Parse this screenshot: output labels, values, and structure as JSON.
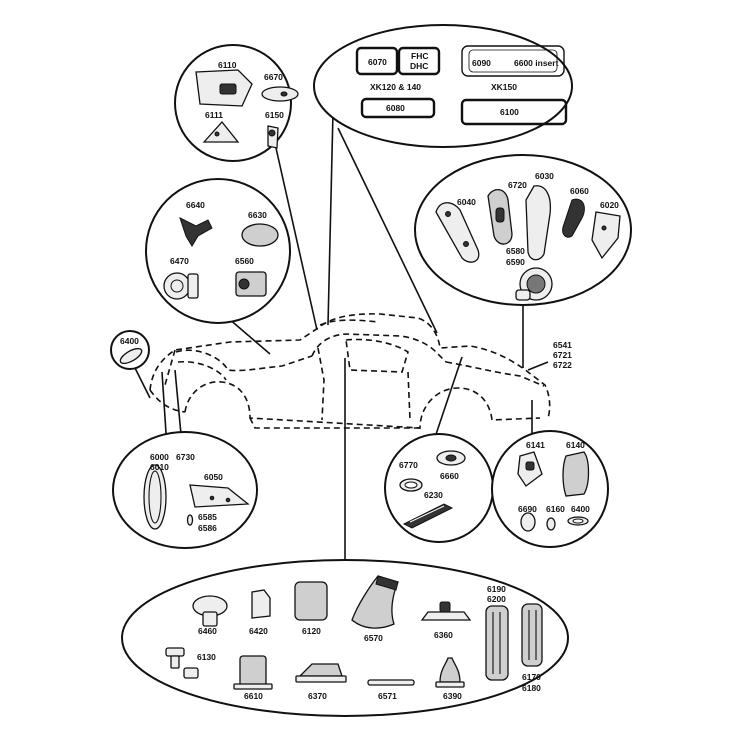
{
  "labels": {
    "p6070": "6070",
    "fhc": "FHC",
    "dhc": "DHC",
    "p6090": "6090",
    "p6600": "6600 insert",
    "xk120": "XK120 & 140",
    "xk150": "XK150",
    "p6080": "6080",
    "p6100": "6100",
    "p6110": "6110",
    "p6670": "6670",
    "p6111": "6111",
    "p6150": "6150",
    "p6640": "6640",
    "p6630": "6630",
    "p6470": "6470",
    "p6560": "6560",
    "p6040": "6040",
    "p6720": "6720",
    "p6030": "6030",
    "p6060": "6060",
    "p6020": "6020",
    "p6580": "6580",
    "p6590": "6590",
    "p6400a": "6400",
    "p6541": "6541",
    "p6721": "6721",
    "p6722": "6722",
    "p6000": "6000",
    "p6730": "6730",
    "p6010": "6010",
    "p6050": "6050",
    "p6585": "6585",
    "p6586": "6586",
    "p6770": "6770",
    "p6660": "6660",
    "p6230": "6230",
    "p6141": "6141",
    "p6140": "6140",
    "p6690": "6690",
    "p6160": "6160",
    "p6400b": "6400",
    "p6460": "6460",
    "p6420": "6420",
    "p6120": "6120",
    "p6570": "6570",
    "p6360": "6360",
    "p6190": "6190",
    "p6200": "6200",
    "p6130": "6130",
    "p6610": "6610",
    "p6370": "6370",
    "p6571": "6571",
    "p6390": "6390",
    "p6170": "6170",
    "p6180": "6180"
  }
}
